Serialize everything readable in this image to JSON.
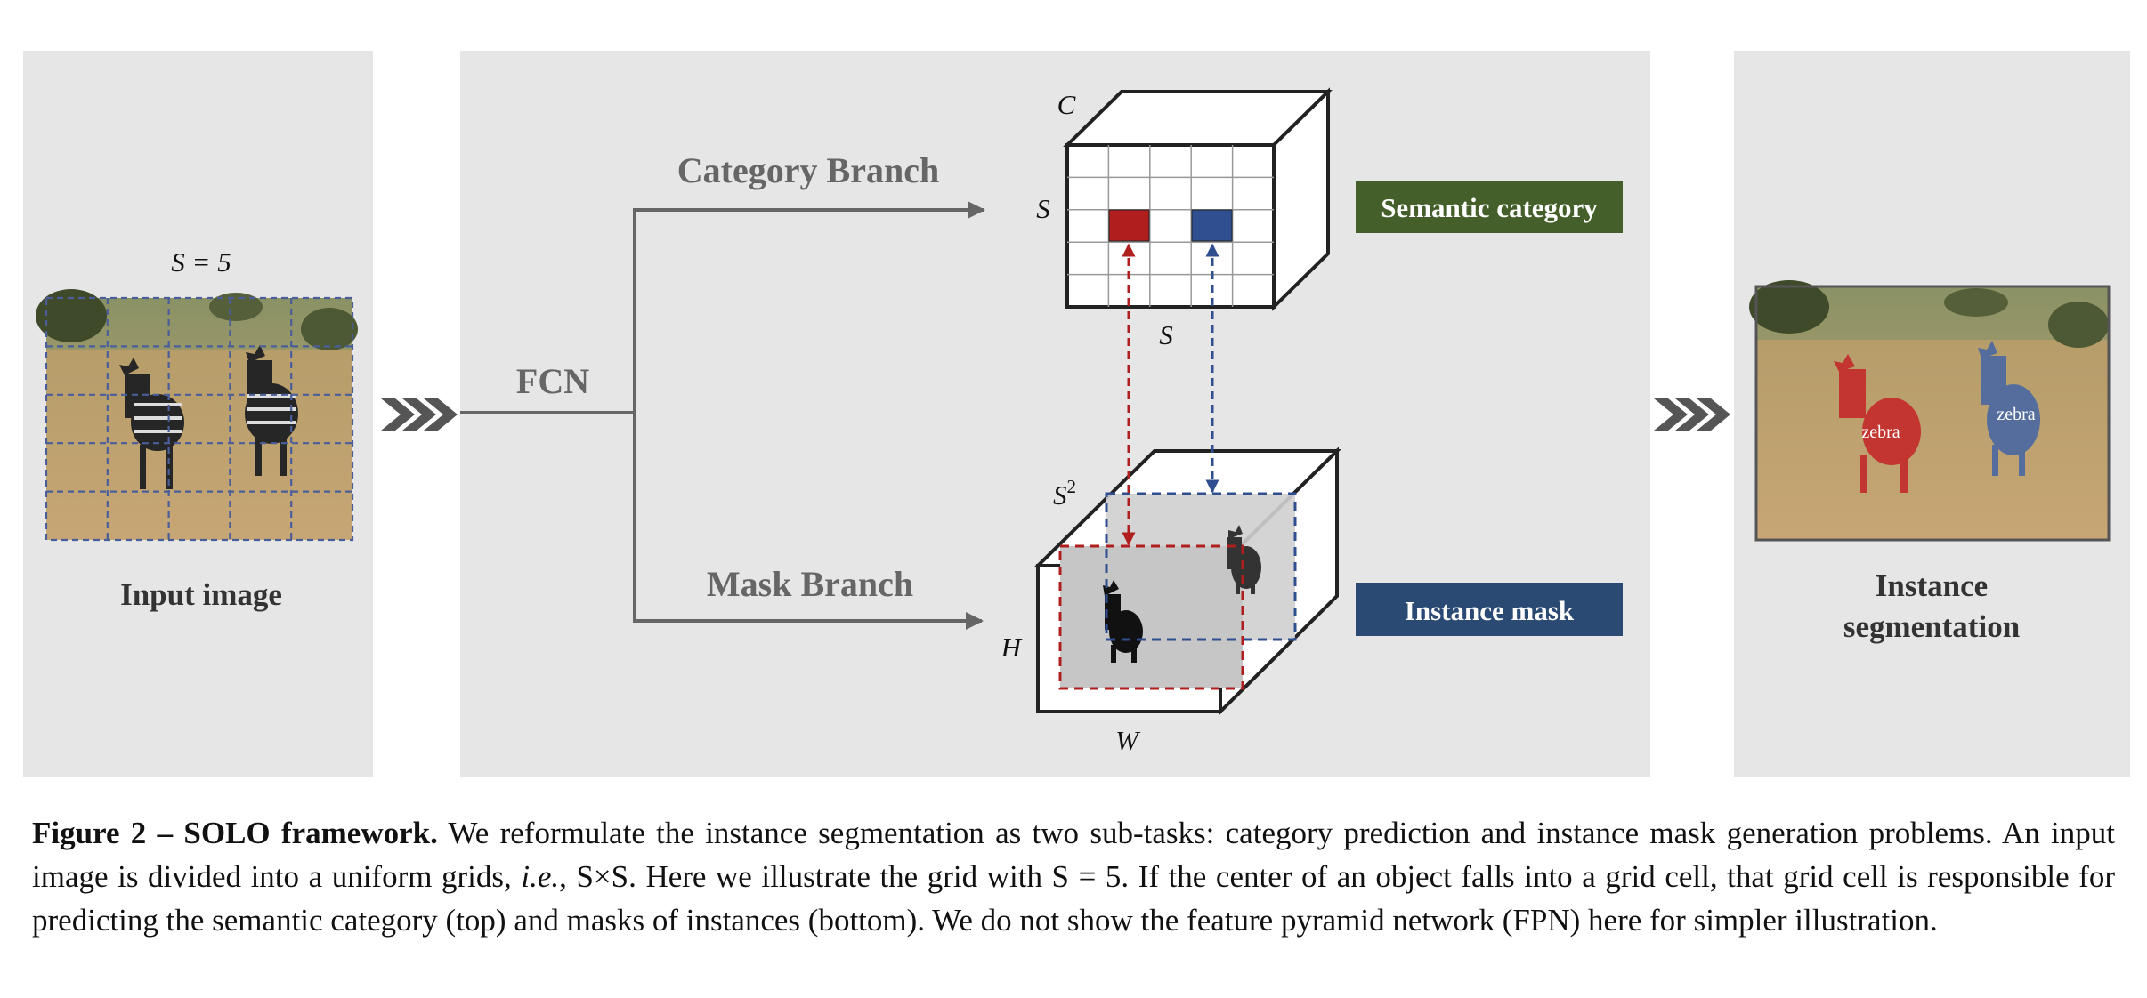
{
  "left_panel": {
    "grid_label": "S = 5",
    "title": "Input image"
  },
  "middle_panel": {
    "fcn_label": "FCN",
    "category_branch_label": "Category Branch",
    "mask_branch_label": "Mask Branch",
    "category_dims": {
      "c": "C",
      "s_left": "S",
      "s_bottom": "S"
    },
    "mask_dims": {
      "s2": "S",
      "s2_exp": "2",
      "h": "H",
      "w": "W"
    },
    "semantic_box_label": "Semantic category",
    "instance_box_label": "Instance mask"
  },
  "right_panel": {
    "title_line1": "Instance",
    "title_line2": "segmentation",
    "tag_left": "zebra",
    "tag_right": "zebra"
  },
  "caption": {
    "figure_label": "Figure 2 – SOLO framework.",
    "text_1": " We reformulate the instance segmentation as two sub-tasks: category prediction and instance mask generation problems. An input image is divided into a uniform grids, ",
    "ie": "i.e.",
    "text_2": ", S×S. Here we illustrate the grid with S = 5. If the center of an object falls into a grid cell, that grid cell is responsible for predicting the semantic category (top) and masks of instances (bottom). We do not show the feature pyramid network (FPN) here for simpler illustration."
  },
  "colors": {
    "panel_bg": "#e6e6e6",
    "semantic_green": "#445f29",
    "instance_blue": "#2b4a73",
    "red_cell": "#b01e1e",
    "blue_cell": "#2f4f91",
    "arrow_gray": "#666666"
  }
}
